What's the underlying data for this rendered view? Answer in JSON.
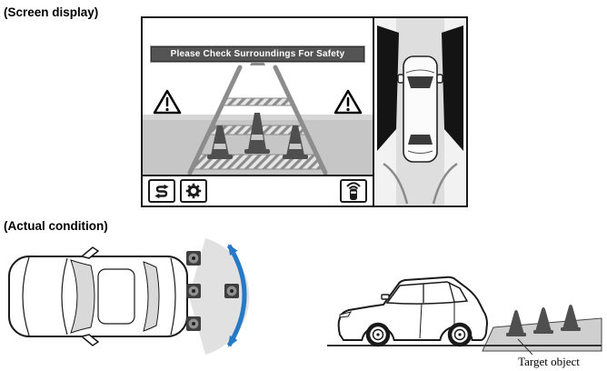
{
  "labels": {
    "screen_display": "(Screen display)",
    "actual_condition": "(Actual condition)",
    "target_object": "Target object"
  },
  "screen": {
    "warning_message": "Please Check Surroundings For Safety",
    "toolbar_icons": [
      "view-switch-icon",
      "gear-icon",
      "vehicle-sensor-icon"
    ],
    "camera_view_icons": [
      "warning-triangle-icon",
      "warning-triangle-icon"
    ],
    "cone_count": 3,
    "colors": {
      "banner_background": "#545454",
      "banner_text": "#ffffff",
      "ground_gray": "#c6c6c6",
      "cone_gray": "#4f4f4f",
      "guide_line_gray": "#8c8c8c",
      "overhead_wall_dark": "#141414"
    }
  },
  "actual_condition": {
    "overhead_cone_count": 4,
    "side_cone_count": 3,
    "detection_arc_color": "#2679c4",
    "detection_zone_color": "#e1e1e1"
  }
}
